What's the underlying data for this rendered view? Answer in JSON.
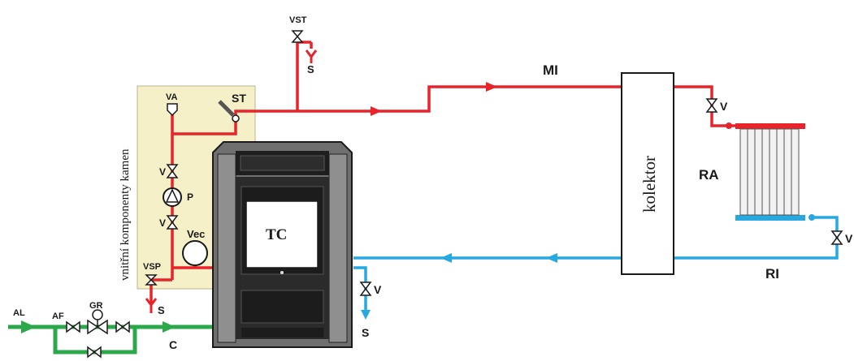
{
  "colors": {
    "hot": "#e8232a",
    "cold": "#27a8e0",
    "feed": "#2ba84a",
    "panel": "#f5f0c8",
    "stove_frame": "#2b2b2b",
    "stove_side": "#8f8f8f"
  },
  "icons": [
    "valve-icon",
    "pump-icon",
    "safety-valve-icon",
    "drain-icon",
    "radiator-icon",
    "pressure-gauge-icon",
    "thermostat-icon",
    "expansion-vessel-icon"
  ],
  "labels": {
    "vst": "VST",
    "s_top": "S",
    "mi": "MI",
    "st": "ST",
    "va": "VA",
    "v_left_top": "V",
    "p": "P",
    "v_left_bottom": "V",
    "vec": "Vec",
    "vsp": "VSP",
    "s_left": "S",
    "panel_title": "vnitřní komponenty kamen",
    "tc": "TC",
    "kolektor": "kolektor",
    "v_radiator_top": "V",
    "ra": "RA",
    "v_radiator_bottom": "V",
    "ri": "RI",
    "v_return": "V",
    "s_return": "S",
    "al": "AL",
    "af": "AF",
    "gr": "GR",
    "c": "C"
  }
}
